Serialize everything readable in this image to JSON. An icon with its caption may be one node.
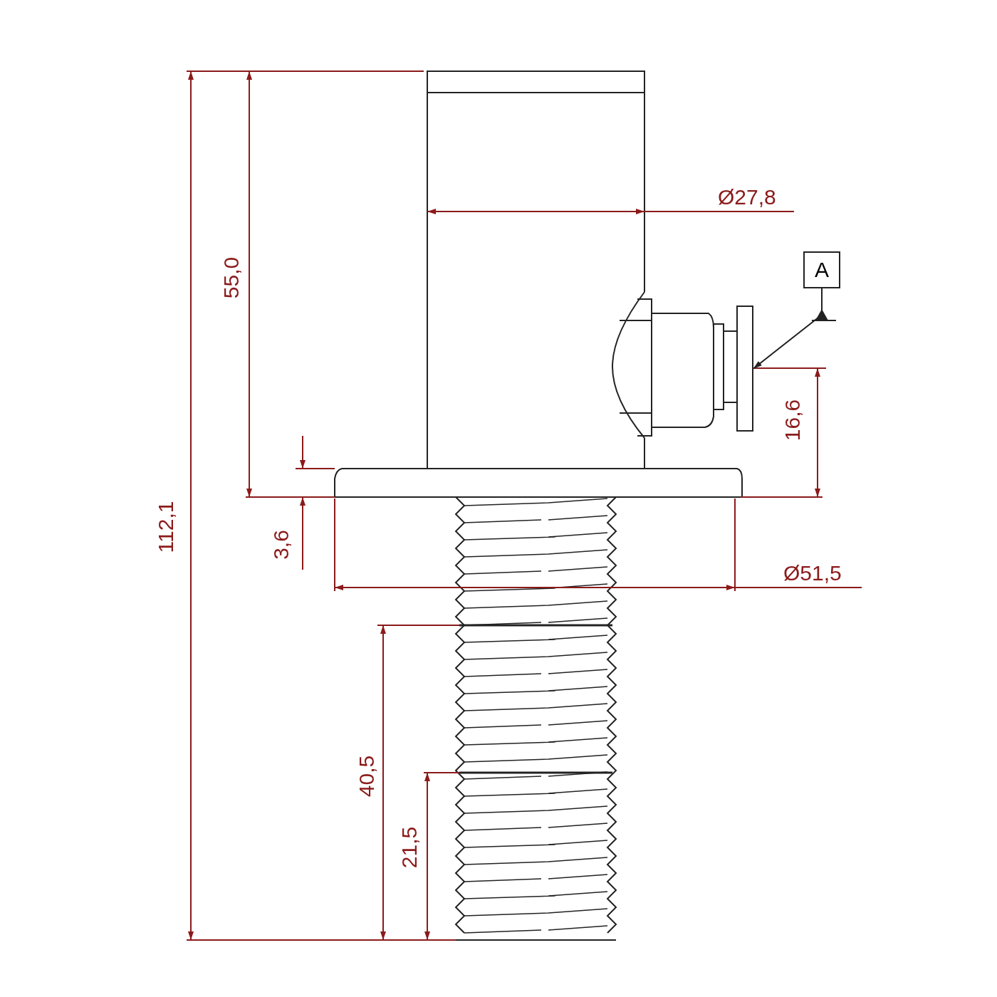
{
  "diagram": {
    "nodes": [
      {
        "text": [
          "A"
        ]
      },
      {
        "text": [],
        "shape": "box"
      }
    ],
    "edges": [
      {
        "from": 0,
        "to": 1,
        "arrow": "to"
      }
    ],
    "labels": [
      "55,0",
      "Ø27,8",
      "16,6",
      "112,1",
      "3,6",
      "Ø51,5",
      "40,5",
      "21,5"
    ]
  }
}
